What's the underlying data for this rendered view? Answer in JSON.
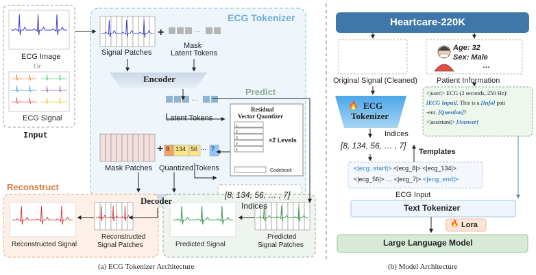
{
  "panel_a": {
    "input": {
      "ecg_image_label": "ECG Image",
      "or_label": "Or",
      "ecg_signal_label": "ECG Signal",
      "input_label": "Input"
    },
    "tokenizer": {
      "title": "ECG Tokenizer",
      "signal_patches_label": "Signal Patches",
      "mask_latent_tokens_line1": "Mask",
      "mask_latent_tokens_line2": "Latent Tokens",
      "encoder_label": "Encoder",
      "latent_tokens_label": "Latent Tokens",
      "predict_label": "Predict",
      "rvq_title_line1": "Residual",
      "rvq_title_line2": "Vector Quantizer",
      "rvq_levels": "×2 Levels",
      "rvq_codebook": "Codebook",
      "mask_patches_label": "Mask Patches",
      "quantized_tokens": [
        "8",
        "134",
        "56",
        "···",
        "7"
      ],
      "quantized_tokens_label": "Quantized Tokens",
      "decoder_label": "Decoder",
      "indices_value": "[8, 134, 56,  … , 7]",
      "indices_label": "Indices"
    },
    "reconstruct": {
      "title": "Reconstruct",
      "reconstructed_signal": "Reconstructed Signal",
      "reconstructed_patches_line1": "Reconstructed",
      "reconstructed_patches_line2": "Signal Patches"
    },
    "predict": {
      "predicted_signal": "Predicted Signal",
      "predicted_patches_line1": "Predicted",
      "predicted_patches_line2": "Signal Patches"
    },
    "caption": "(a) ECG Tokenizer Architecture"
  },
  "panel_b": {
    "dataset": "Heartcare-220K",
    "original_signal_label": "Original Signal (Cleaned)",
    "patient_age": "Age: 32",
    "patient_sex": "Sex: Male",
    "patient_more": "…",
    "patient_info_label": "Patient Information",
    "ecg_tokenizer_line1": "ECG",
    "ecg_tokenizer_line2": "Tokenizer",
    "fire_icon": "🔥",
    "indices_label": "Indices",
    "indices_value": "[8, 134, 56,  … , 7]",
    "template_line1": "<|user|> ECG (2 seconds, 250 Hz):",
    "template_ecg_input": "[ECG Input]",
    "template_this_is": ". This is a ",
    "template_info": "[Info]",
    "template_pati": " pati",
    "template_line3_ent": "-ent. ",
    "template_question": "[Question]",
    "template_qmark": "?",
    "template_assistant": "<|assistant|> ",
    "template_answer": "[Answer]",
    "templates_label": "Templates",
    "ecg_start": "<|ecg_start|>",
    "ecg_8": " <|ecg_8|> ",
    "ecg_134": "<|ecg_134|>",
    "ecg_56": "<|ecg_56|> … <|ecg_7|> ",
    "ecg_end": "<|ecg_end|>",
    "ecg_input_label": "ECG Input",
    "text_tokenizer": "Text Tokenizer",
    "lora": "Lora",
    "llm": "Large Language Model",
    "caption": "(b) Model Architecture"
  },
  "colors": {
    "tokenizer_bg": "#eef6fb",
    "tokenizer_border": "#7cc6dc",
    "tokenizer_title": "#6aaed6",
    "predict_title": "#8aa88e",
    "reconstruct_title": "#e07a3c",
    "reconstruct_bg": "#fdf0e8",
    "predict_bg": "#eef4ee",
    "dataset_bg": "#3f78a8",
    "llm_bg": "#d7ead7",
    "template_blue": "#2a6fb0",
    "ecg_tag_blue": "#5a9fd6",
    "signal_blue": "#3b3bd0",
    "signal_red": "#d33a3a",
    "signal_green": "#3a9a45",
    "token_orange": "#f4a261",
    "token_yellow": "#fde68a",
    "token_blue": "#93c5fd"
  }
}
